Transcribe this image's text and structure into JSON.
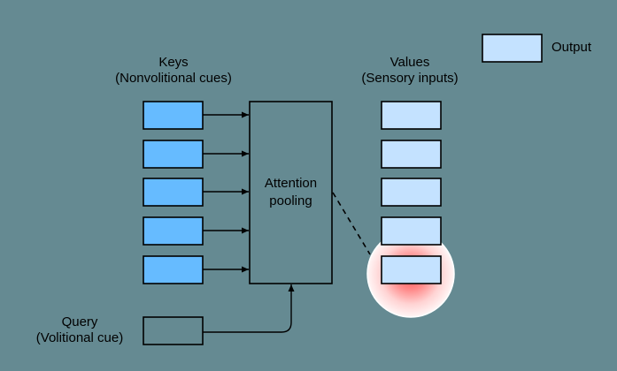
{
  "diagram": {
    "keys_label": {
      "line1": "Keys",
      "line2": "(Nonvolitional cues)"
    },
    "values_label": {
      "line1": "Values",
      "line2": "(Sensory inputs)"
    },
    "query_label": {
      "line1": "Query",
      "line2": "(Volitional cue)"
    },
    "pooling_label": {
      "line1": "Attention",
      "line2": "pooling"
    },
    "legend": {
      "output_label": "Output"
    },
    "key_count": 5,
    "value_count": 5,
    "highlighted_value_index": 4,
    "colors": {
      "background": "#658a92",
      "key_fill": "#66bbff",
      "value_fill": "#c4e2ff",
      "stroke": "#000000",
      "highlight_glow": "#ff4d4d",
      "highlight_halo": "#fff2f2"
    }
  }
}
